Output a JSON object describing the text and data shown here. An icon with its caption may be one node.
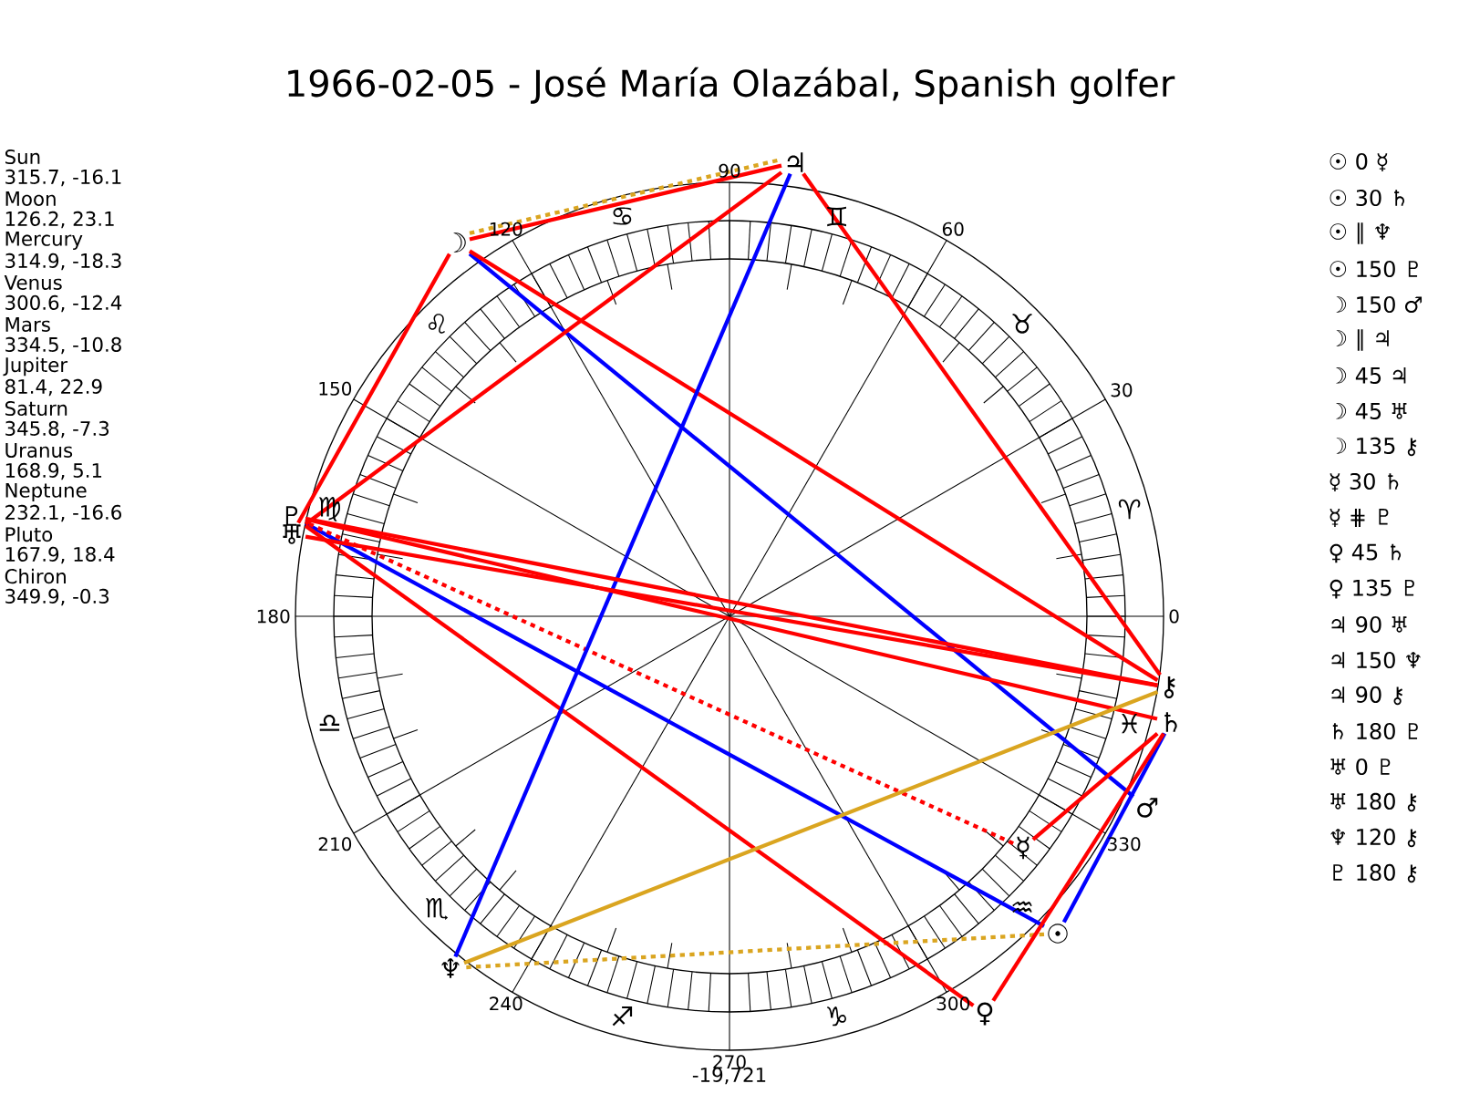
{
  "diagram": {
    "title": "1966-02-05 - José María Olazábal, Spanish golfer",
    "nodes": [
      {
        "text": [
          "☉"
        ]
      },
      {
        "text": [
          "☽"
        ]
      },
      {
        "text": [
          "☿"
        ]
      },
      {
        "text": [
          "♀"
        ]
      },
      {
        "text": [
          "♂"
        ]
      },
      {
        "text": [
          "♃"
        ]
      },
      {
        "text": [
          "♄"
        ]
      },
      {
        "text": [
          "♅"
        ]
      },
      {
        "text": [
          "♆"
        ]
      },
      {
        "text": [
          "♇"
        ]
      },
      {
        "text": [
          "⚷"
        ]
      }
    ],
    "edges": [
      {
        "from": 0,
        "to": 6,
        "arrow": "none",
        "color": "#0000ff"
      },
      {
        "from": 0,
        "to": 8,
        "arrow": "none",
        "style": "dashed",
        "color": "#daa520"
      },
      {
        "from": 0,
        "to": 9,
        "arrow": "none",
        "color": "#0000ff"
      },
      {
        "from": 1,
        "to": 4,
        "arrow": "none",
        "color": "#0000ff"
      },
      {
        "from": 1,
        "to": 5,
        "arrow": "none"
      },
      {
        "from": 1,
        "to": 5,
        "arrow": "none",
        "style": "dashed",
        "color": "#daa520"
      },
      {
        "from": 1,
        "to": 7,
        "arrow": "none"
      },
      {
        "from": 1,
        "to": 10,
        "arrow": "none"
      },
      {
        "from": 2,
        "to": 6,
        "arrow": "none"
      },
      {
        "from": 2,
        "to": 9,
        "arrow": "none",
        "style": "dashed"
      },
      {
        "from": 3,
        "to": 6,
        "arrow": "none"
      },
      {
        "from": 3,
        "to": 9,
        "arrow": "none"
      },
      {
        "from": 5,
        "to": 7,
        "arrow": "none"
      },
      {
        "from": 5,
        "to": 8,
        "arrow": "none",
        "color": "#0000ff"
      },
      {
        "from": 5,
        "to": 10,
        "arrow": "none"
      },
      {
        "from": 6,
        "to": 9,
        "arrow": "none"
      },
      {
        "from": 7,
        "to": 10,
        "arrow": "none"
      },
      {
        "from": 8,
        "to": 10,
        "arrow": "none",
        "color": "#daa520"
      },
      {
        "from": 9,
        "to": 10,
        "arrow": "none"
      }
    ],
    "labels": [
      "Sun",
      "315.7, -16.1",
      "Moon",
      "126.2, 23.1",
      "Mercury",
      "314.9, -18.3",
      "Venus",
      "300.6, -12.4",
      "Mars",
      "334.5, -10.8",
      "Jupiter",
      "81.4, 22.9",
      "Saturn",
      "345.8, -7.3",
      "Uranus",
      "168.9, 5.1",
      "Neptune",
      "232.1, -16.6",
      "Pluto",
      "167.9, 18.4",
      "Chiron",
      "349.9, -0.3",
      "0",
      "30",
      "60",
      "90",
      "120",
      "150",
      "180",
      "210",
      "240",
      "270",
      "300",
      "330",
      "♈",
      "♉",
      "♊",
      "♋",
      "♌",
      "♍",
      "♎",
      "♏",
      "♐",
      "♑",
      "♒",
      "♓",
      "☉ 0 ☿",
      "☉ 30 ♄",
      "☉ ∥ ♆",
      "☉ 150 ♇",
      "☽ 150 ♂",
      "☽ ∥ ♃",
      "☽ 45 ♃",
      "☽ 45 ♅",
      "☽ 135 ⚷",
      "☿ 30 ♄",
      "☿ ⋕ ♇",
      "♀ 45 ♄",
      "♀ 135 ♇",
      "♃ 90 ♅",
      "♃ 150 ♆",
      "♃ 90 ⚷",
      "♄ 180 ♇",
      "♅ 0 ♇",
      "♅ 180 ⚷",
      "♆ 120 ⚷",
      "♇ 180 ⚷",
      "-19,721"
    ]
  }
}
